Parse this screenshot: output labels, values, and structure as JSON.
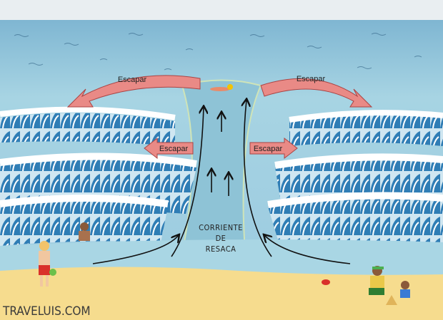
{
  "labels": {
    "escape_top_left": "Escapar",
    "escape_top_right": "Escapar",
    "escape_mid_left": "Escapar",
    "escape_mid_right": "Escapar",
    "current_line1": "CORRIENTE",
    "current_line2": "DE",
    "current_line3": "RESACA"
  },
  "watermark": "TRAVELUIS.COM",
  "colors": {
    "sky": "#e9eef1",
    "sea": "#9fcfe0",
    "deep": "#5c9fc4",
    "wave": "#2f7db5",
    "foam": "#ffffff",
    "sand": "#f6dc8e",
    "arrow": "#e98a86"
  }
}
